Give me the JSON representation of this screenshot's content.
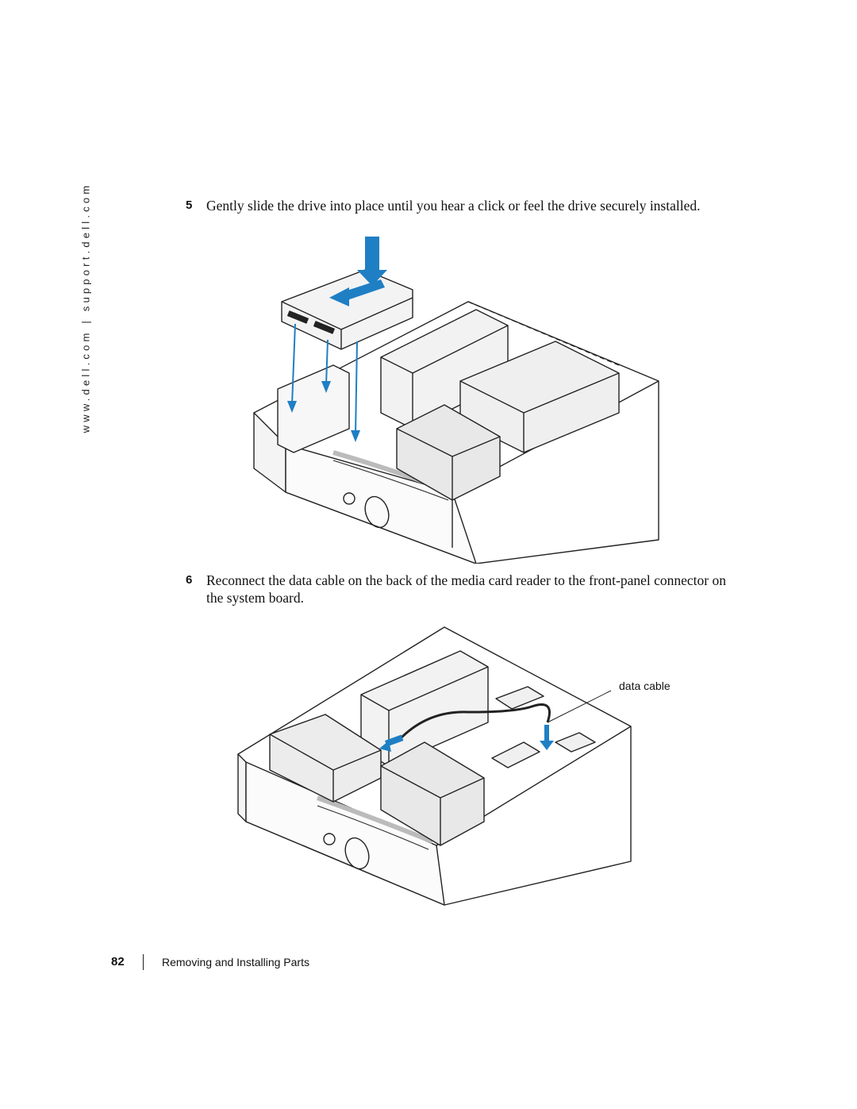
{
  "sidebar": {
    "url": "www.dell.com | support.dell.com"
  },
  "steps": [
    {
      "number": "5",
      "text": "Gently slide the drive into place until you hear a click or feel the drive securely installed."
    },
    {
      "number": "6",
      "text": "Reconnect the data cable on the back of the media card reader to the front-panel connector on the system board."
    }
  ],
  "figures": {
    "fig2": {
      "callout": "data cable"
    }
  },
  "footer": {
    "page_number": "82",
    "section_title": "Removing and Installing Parts"
  },
  "colors": {
    "arrow_blue": "#1f7fc4",
    "line": "#222222",
    "shade": "#dcdcdc"
  }
}
